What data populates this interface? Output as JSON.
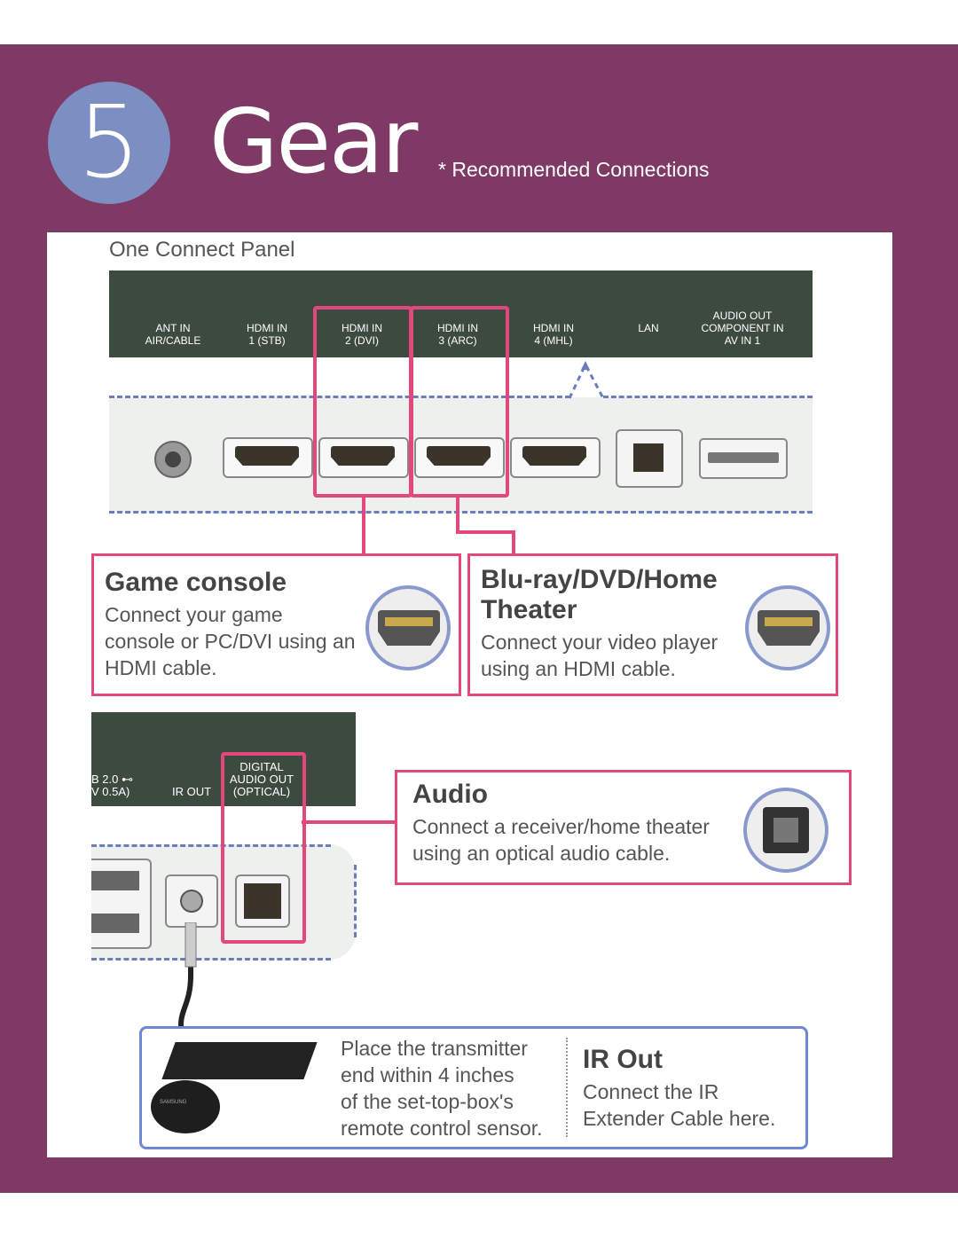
{
  "step_number": "5",
  "title": "Gear",
  "subtitle": "* Recommended Connections",
  "panel_label": "One Connect Panel",
  "ports": [
    {
      "line1": "ANT IN",
      "line2": "AIR/CABLE"
    },
    {
      "line1": "HDMI IN",
      "line2": "1 (STB)"
    },
    {
      "line1": "HDMI IN",
      "line2": "2 (DVI)"
    },
    {
      "line1": "HDMI IN",
      "line2": "3 (ARC)"
    },
    {
      "line1": "HDMI IN",
      "line2": "4 (MHL)"
    },
    {
      "line1": "",
      "line2": "LAN"
    },
    {
      "line1": "AUDIO OUT",
      "line2": "COMPONENT IN",
      "line3": "AV IN 1"
    }
  ],
  "game_console": {
    "title": "Game console",
    "text_lines": [
      "Connect your game",
      "console or PC/DVI using an",
      "HDMI cable."
    ]
  },
  "bluray": {
    "title_lines": [
      "Blu-ray/DVD/Home",
      "Theater"
    ],
    "text_lines": [
      "Connect your video player",
      "using an HDMI cable."
    ]
  },
  "lower_ports": {
    "usb_lines": [
      "B 2.0 ⊷",
      "V 0.5A)"
    ],
    "ir_out": "IR OUT",
    "digital_lines": [
      "DIGITAL",
      "AUDIO OUT",
      "(OPTICAL)"
    ]
  },
  "audio": {
    "title": "Audio",
    "text_lines": [
      "Connect a receiver/home theater",
      "using an optical audio cable."
    ]
  },
  "ir_box": {
    "left_lines": [
      "Place the transmitter",
      "end within 4 inches",
      "of the set-top-box's",
      "remote control sensor."
    ],
    "title": "IR Out",
    "right_lines": [
      "Connect the IR",
      "Extender Cable here."
    ],
    "device_label": "SAMSUNG"
  },
  "colors": {
    "banner": "#7e3a64",
    "highlight": "#e3487d",
    "ir_border": "#6d86d6",
    "step_circle": "#7d8ec2"
  }
}
